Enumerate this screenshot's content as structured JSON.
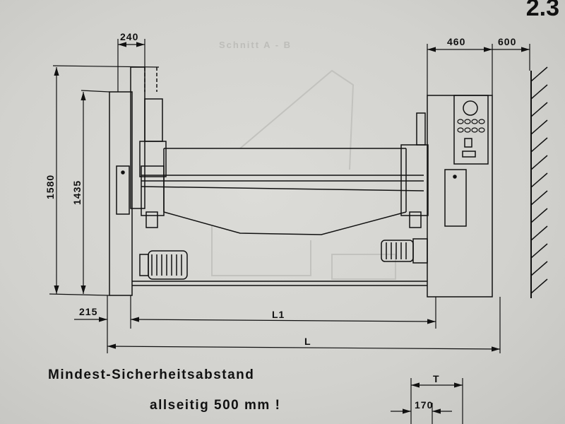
{
  "section_number": "2.3",
  "ghost_text": "Schnitt A - B",
  "dimensions": {
    "top_left_width": "240",
    "right_frame_width": "460",
    "wall_clearance": "600",
    "total_height": "1580",
    "frame_height": "1435",
    "left_offset": "215",
    "inner_length": "L1",
    "total_length": "L",
    "depth": "T",
    "depth_offset": "170"
  },
  "notes": {
    "line1": "Mindest-Sicherheitsabstand",
    "line2": "allseitig 500 mm !"
  }
}
